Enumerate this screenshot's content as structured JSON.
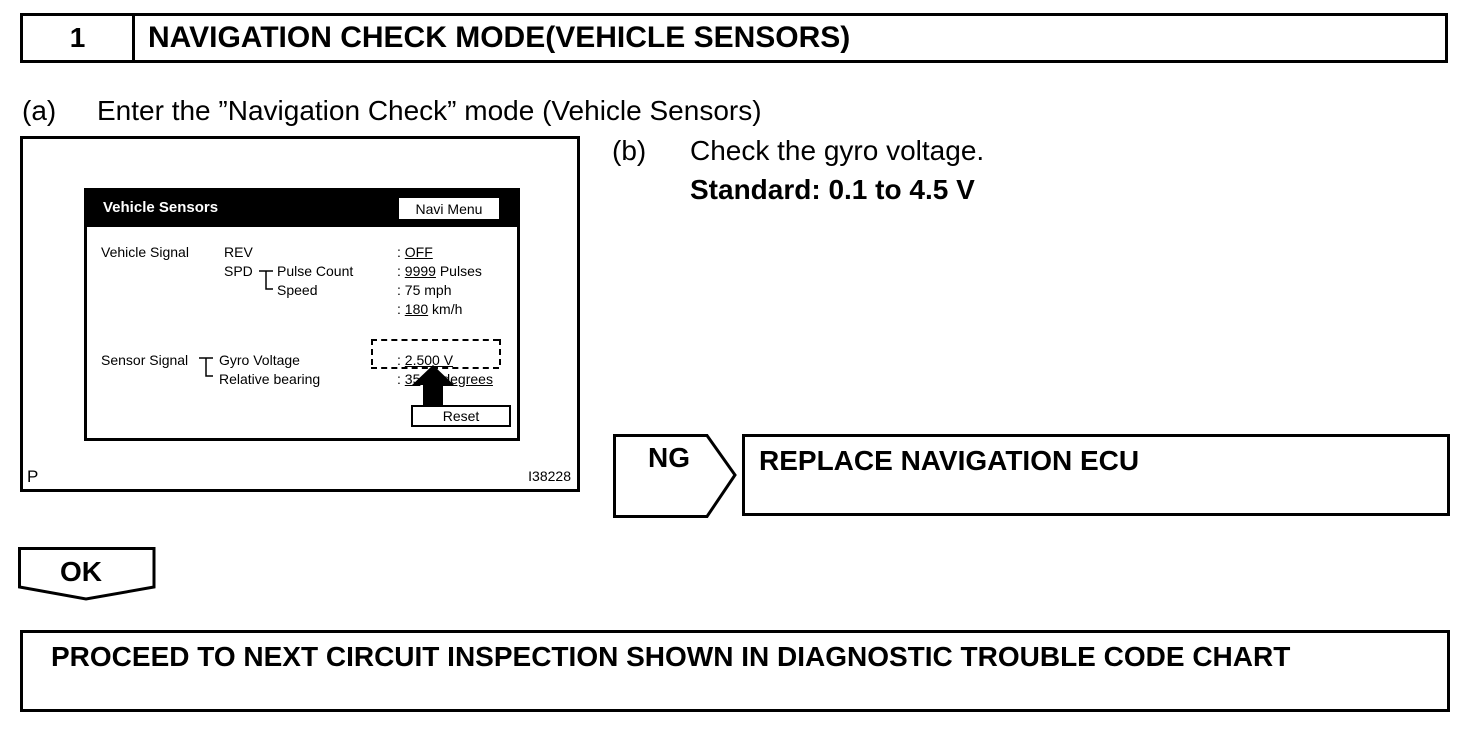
{
  "step": {
    "number": "1",
    "title": "NAVIGATION CHECK MODE(VEHICLE SENSORS)"
  },
  "instructions": {
    "a_marker": "(a)",
    "a_text": "Enter the ”Navigation Check” mode (Vehicle Sensors)",
    "b_marker": "(b)",
    "b_text": "Check the gyro voltage.",
    "b_standard": "Standard: 0.1 to 4.5 V"
  },
  "figure": {
    "corner_label": "P",
    "figure_id": "I38228",
    "screen": {
      "title": "Vehicle Sensors",
      "navi_button": "Navi Menu",
      "vehicle_signal_label": "Vehicle Signal",
      "rev_label": "REV",
      "rev_value": "OFF",
      "spd_label": "SPD",
      "pulse_count_label": "Pulse Count",
      "pulse_count_value": "9999",
      "pulse_unit": "Pulses",
      "speed_label": "Speed",
      "speed_mph": "75",
      "mph_unit": "mph",
      "speed_kmh": "180",
      "kmh_unit": "km/h",
      "sensor_signal_label": "Sensor Signal",
      "gyro_label": "Gyro Voltage",
      "gyro_value": "2.500 V",
      "bearing_label": "Relative bearing",
      "bearing_value_visible": "35",
      "bearing_unit_visible": "degrees",
      "colon": ":",
      "reset_button": "Reset"
    }
  },
  "ng": {
    "tag": "NG",
    "action": "REPLACE NAVIGATION ECU"
  },
  "ok": {
    "tag": "OK",
    "action": "PROCEED TO NEXT CIRCUIT INSPECTION SHOWN IN DIAGNOSTIC TROUBLE CODE CHART"
  }
}
